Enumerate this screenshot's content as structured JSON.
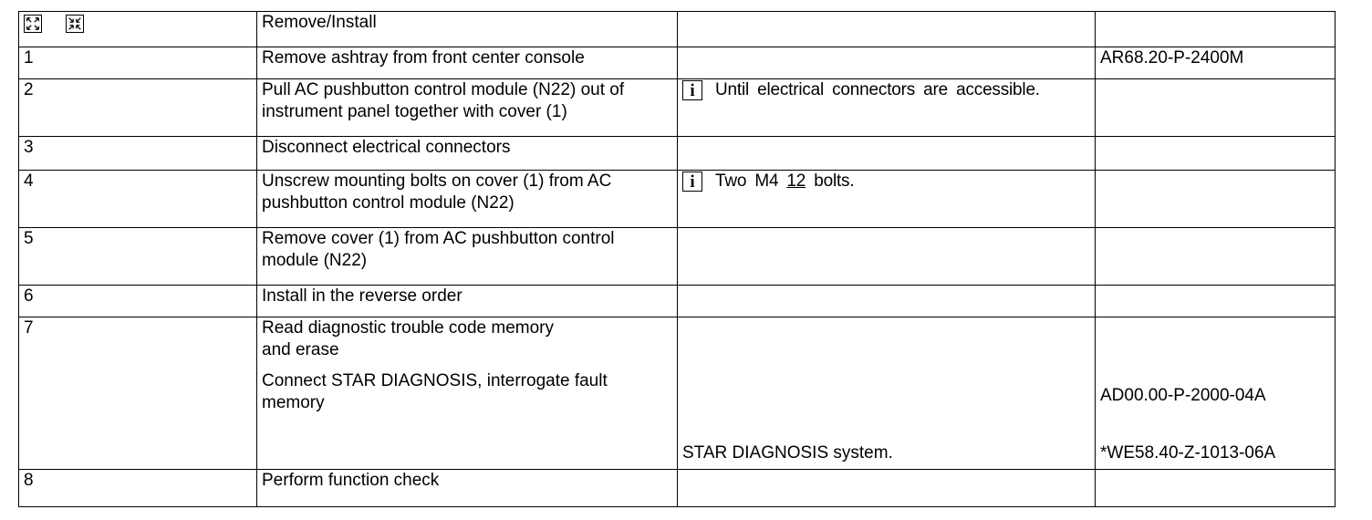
{
  "header": {
    "icons": [
      "expand-icon",
      "collapse-icon"
    ],
    "title": "Remove/Install"
  },
  "steps": [
    {
      "num": "1",
      "action": "Remove ashtray from front center console",
      "note": "",
      "ref": "AR68.20-P-2400M"
    },
    {
      "num": "2",
      "action": "Pull AC pushbutton control module (N22) out of instrument panel together with cover (1)",
      "note": "Until electrical connectors are  accessible.",
      "note_icon": "info-icon",
      "ref": ""
    },
    {
      "num": "3",
      "action": "Disconnect electrical connectors",
      "note": "",
      "ref": ""
    },
    {
      "num": "4",
      "action": "Unscrew mounting bolts on cover (1) from AC pushbutton control module (N22)",
      "note_parts": [
        "Two  M4 ",
        "12",
        "  bolts."
      ],
      "note_icon": "info-icon",
      "ref": ""
    },
    {
      "num": "5",
      "action": "Remove cover (1) from AC pushbutton control module (N22)",
      "note": "",
      "ref": ""
    },
    {
      "num": "6",
      "action": "Install in the reverse order",
      "note": "",
      "ref": ""
    },
    {
      "num": "7",
      "action_lines": [
        "Read diagnostic trouble code memory",
        "and erase"
      ],
      "sub_action": "Connect STAR DIAGNOSIS, interrogate fault memory",
      "note": "STAR DIAGNOSIS system.",
      "refs": [
        "AD00.00-P-2000-04A",
        "*WE58.40-Z-1013-06A"
      ]
    },
    {
      "num": "8",
      "action": "Perform function check",
      "note": "",
      "ref": ""
    }
  ]
}
